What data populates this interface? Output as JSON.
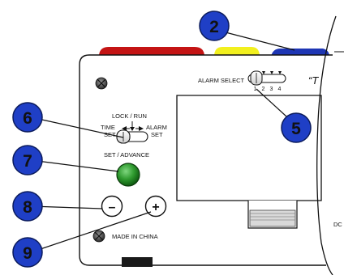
{
  "callouts": {
    "c2": "2",
    "c5": "5",
    "c6": "6",
    "c7": "7",
    "c8": "8",
    "c9": "9"
  },
  "labels": {
    "alarm_select": "ALARM SELECT",
    "alarm_positions": [
      "1",
      "2",
      "3",
      "4"
    ],
    "quote_fragment": "“T",
    "lock_run": "LOCK / RUN",
    "time": "TIME",
    "set_left": "SET",
    "alarm": "ALARM",
    "set_right": "SET",
    "set_advance": "SET / ADVANCE",
    "minus": "–",
    "plus": "+",
    "made_in": "MADE IN CHINA",
    "dc": "DC"
  },
  "colors": {
    "callout_fill": "#1f3fc6",
    "button_red": "#c41414",
    "button_yellow": "#f2f01e",
    "button_blue": "#1e36b4",
    "set_advance_green": "#2f9a2f"
  }
}
